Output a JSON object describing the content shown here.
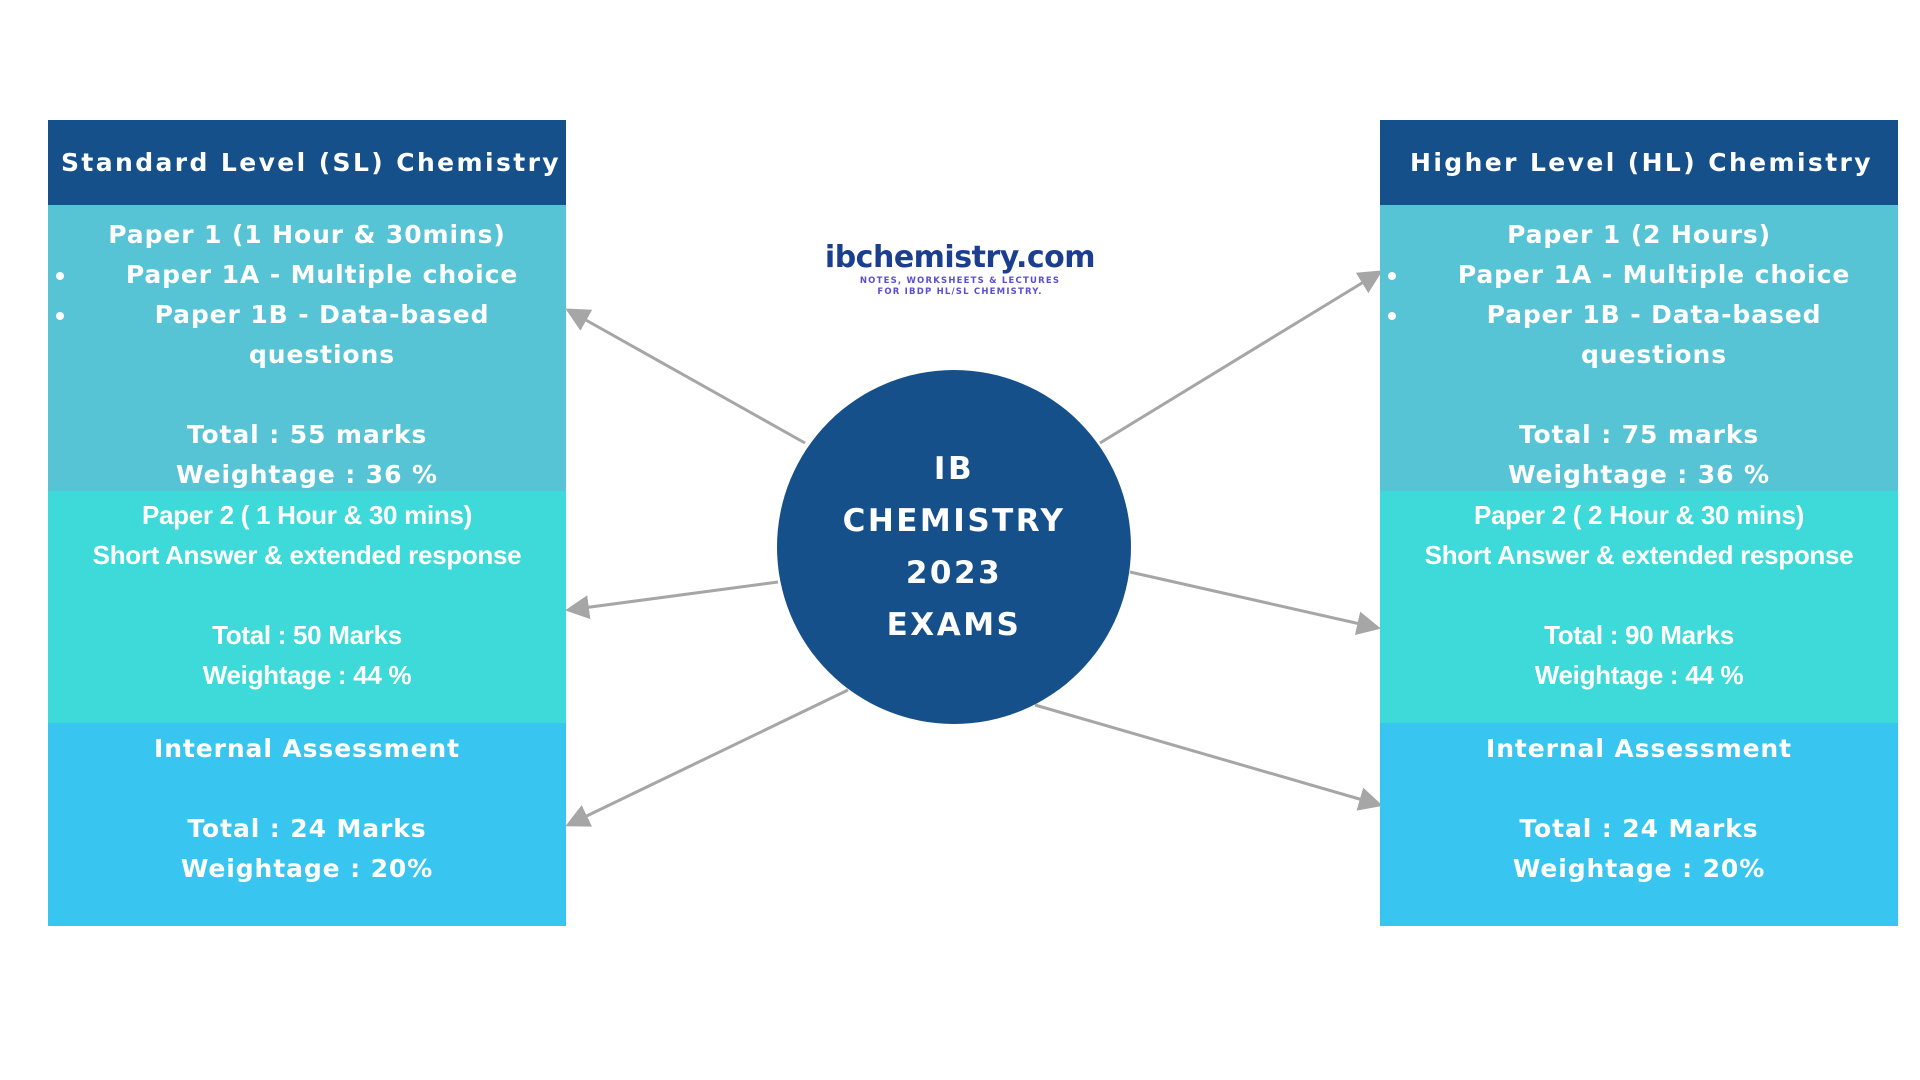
{
  "logo": {
    "name": "ibchemistry.com",
    "tagline_1": "NOTES, WORKSHEETS & LECTURES",
    "tagline_2": "FOR IBDP HL/SL CHEMISTRY."
  },
  "center": {
    "line_1": "IB",
    "line_2": "CHEMISTRY",
    "line_3": "2023",
    "line_4": "EXAMS"
  },
  "sl": {
    "title": "Standard Level (SL) Chemistry",
    "paper1": {
      "heading": "Paper 1 (1 Hour & 30mins)",
      "bullets": [
        "Paper 1A - Multiple choice",
        "Paper 1B - Data-based questions"
      ],
      "total": "Total : 55 marks",
      "weightage": "Weightage : 36 %"
    },
    "paper2": {
      "heading": "Paper 2 ( 1 Hour & 30 mins)",
      "subheading": "Short Answer & extended response",
      "total": "Total : 50 Marks",
      "weightage": "Weightage : 44 %"
    },
    "ia": {
      "heading": "Internal Assessment",
      "total": "Total : 24 Marks",
      "weightage": "Weightage : 20%"
    }
  },
  "hl": {
    "title": "Higher Level (HL) Chemistry",
    "paper1": {
      "heading": "Paper 1 (2 Hours)",
      "bullets": [
        "Paper 1A - Multiple choice",
        "Paper 1B - Data-based questions"
      ],
      "total": "Total : 75 marks",
      "weightage": "Weightage : 36 %"
    },
    "paper2": {
      "heading": "Paper 2 ( 2 Hour & 30 mins)",
      "subheading": "Short Answer & extended response",
      "total": "Total : 90 Marks",
      "weightage": "Weightage : 44 %"
    },
    "ia": {
      "heading": "Internal Assessment",
      "total": "Total : 24 Marks",
      "weightage": "Weightage : 20%"
    }
  },
  "colors": {
    "header": "#16508a",
    "paper1": "#57c4d6",
    "paper2": "#3ed9d9",
    "ia": "#38c6f0",
    "circle": "#16508a",
    "arrow": "#a6a6a6"
  }
}
